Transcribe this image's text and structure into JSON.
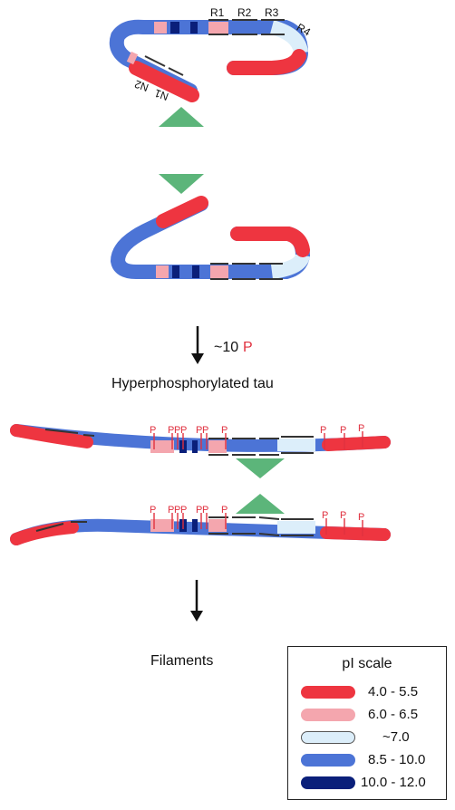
{
  "colors": {
    "acidic": "#ee3540",
    "slightly_acidic": "#f4a6ae",
    "neutral": "#dceefa",
    "basic": "#4c74d6",
    "strongly_basic": "#0a1f7a",
    "arrow_green": "#5cb57a",
    "phospho_red": "#e0313f"
  },
  "domain_labels": {
    "r1": "R1",
    "r2": "R2",
    "r3": "R3",
    "r4": "R4",
    "n1": "N1",
    "n2": "N2"
  },
  "step1": {
    "arrow_text": "~10",
    "p_text": "P",
    "caption": "Hyperphosphorylated tau"
  },
  "phospho_marker": "P",
  "step2": {
    "caption": "Filaments"
  },
  "legend": {
    "title": "pI scale",
    "rows": [
      {
        "label": "4.0 -   5.5",
        "color_key": "acidic"
      },
      {
        "label": "6.0 -   6.5",
        "color_key": "slightly_acidic"
      },
      {
        "label": "~7.0",
        "color_key": "neutral"
      },
      {
        "label": "8.5 - 10.0",
        "color_key": "basic"
      },
      {
        "label": "10.0 - 12.0",
        "color_key": "strongly_basic"
      }
    ]
  }
}
